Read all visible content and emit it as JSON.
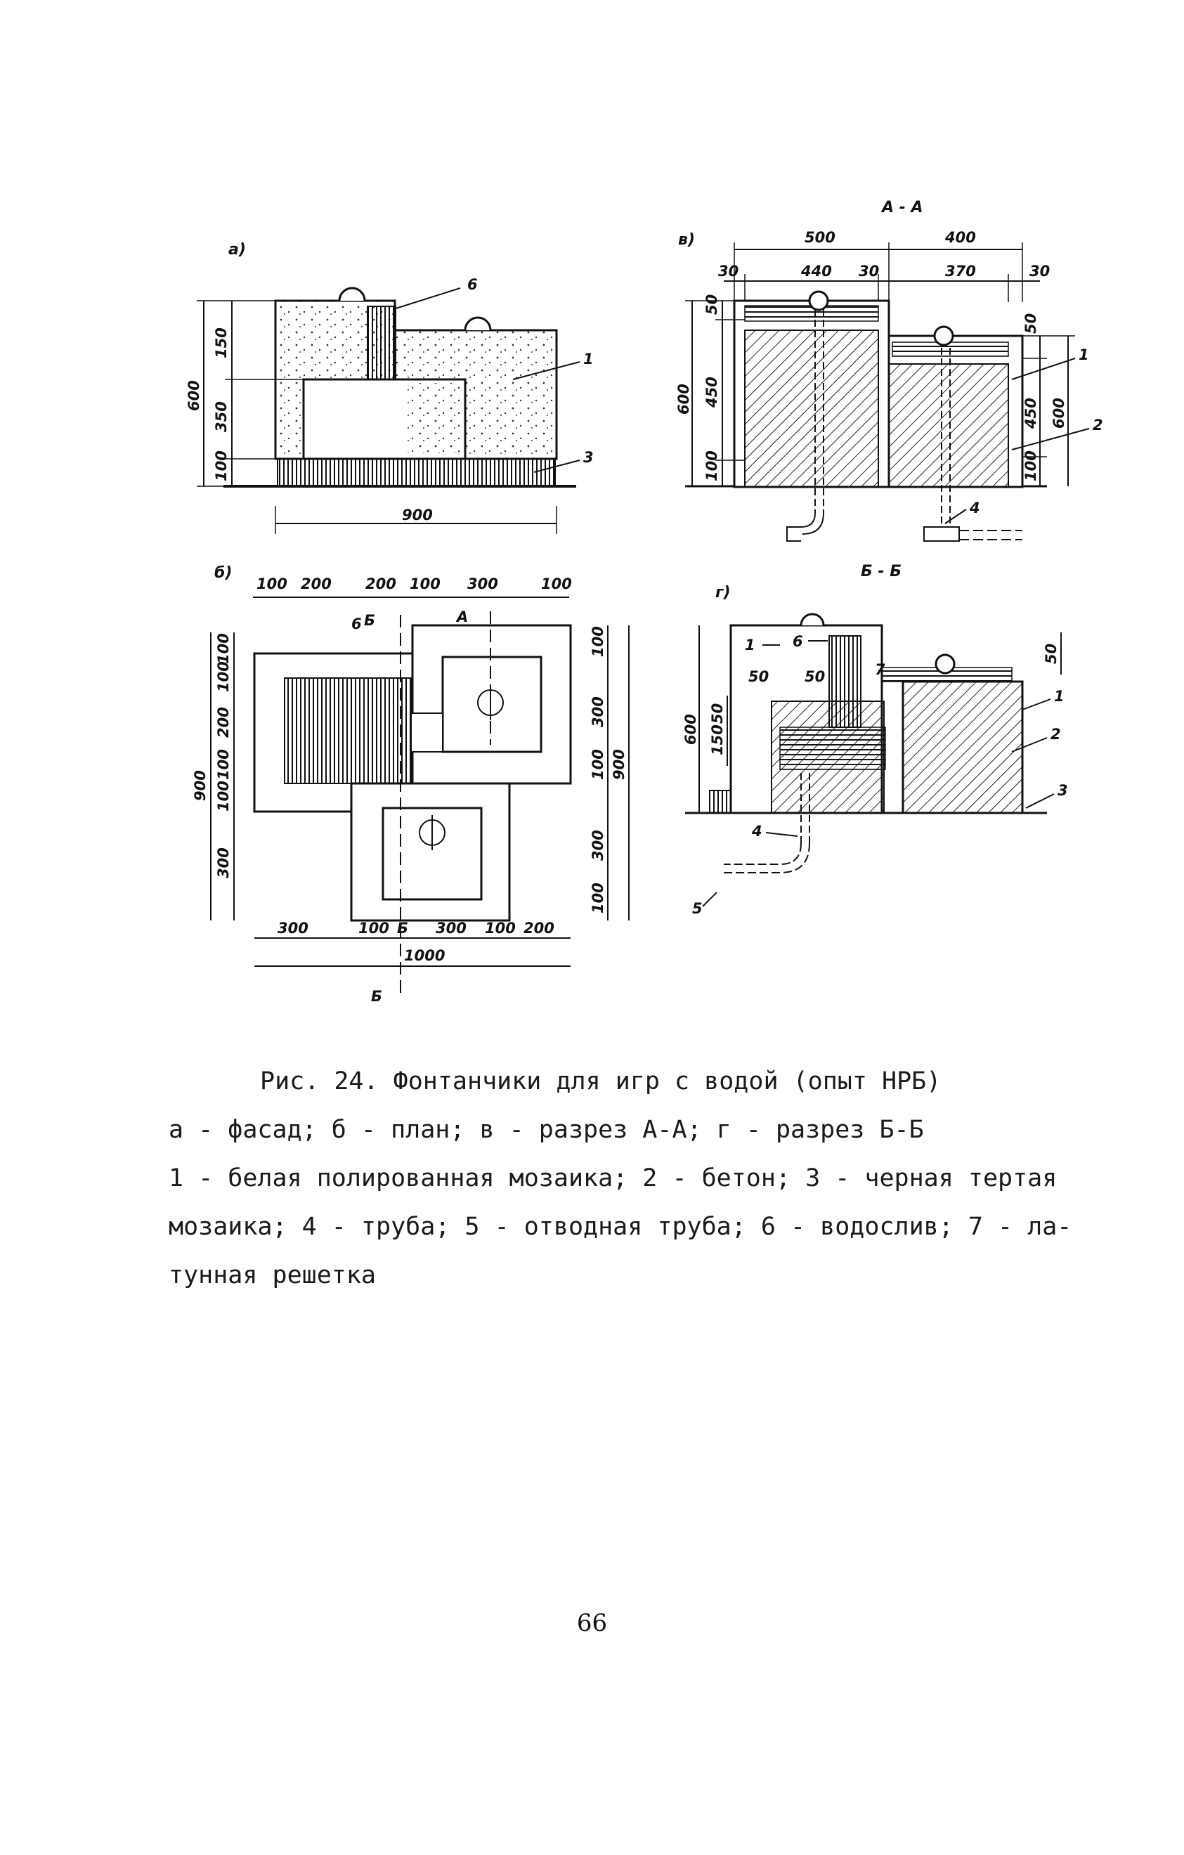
{
  "figure": {
    "panels": {
      "a": "а)",
      "v": "в)",
      "b": "б)",
      "g": "г)"
    },
    "section_titles": {
      "aa": "А - А",
      "bb": "Б - Б"
    },
    "section_marks": {
      "b_left": "Б",
      "a_top": "А",
      "b_bottom_mid": "Б",
      "b_bottom": "Б"
    },
    "callouts": [
      "1",
      "2",
      "3",
      "4",
      "5",
      "6",
      "7"
    ],
    "dims_a": {
      "h600": "600",
      "h150": "150",
      "h350": "350",
      "h100": "100",
      "w900": "900"
    },
    "dims_v": {
      "w500": "500",
      "w400": "400",
      "w30a": "30",
      "w440": "440",
      "w30b": "30",
      "w370": "370",
      "w30c": "30",
      "h50": "50",
      "h600": "600",
      "h450": "450",
      "h100": "100",
      "r50": "50",
      "r450": "450",
      "r600": "600",
      "r100": "100"
    },
    "dims_b": {
      "t100a": "100",
      "t200a": "200",
      "t200b": "200",
      "t100b": "100",
      "t300": "300",
      "t100c": "100",
      "l100a": "100",
      "l100b": "100",
      "l200": "200",
      "l100c": "100",
      "l100d": "100",
      "l300": "300",
      "h900": "900",
      "r100a": "100",
      "r300a": "300",
      "r100b": "100",
      "r900": "900",
      "r300b": "300",
      "r100c": "100",
      "b300": "300",
      "b100a": "100",
      "b300b": "300",
      "b100b": "100",
      "b200": "200",
      "b1000": "1000"
    },
    "dims_g": {
      "w50a": "50",
      "w50b": "50",
      "h50": "50",
      "h150": "150",
      "h50b": "50",
      "h600": "600"
    }
  },
  "caption": {
    "line1": "Рис. 24. Фонтанчики для игр с водой (опыт НРБ)",
    "line2": "а - фасад; б - план; в - разрез А-А; г - разрез Б-Б",
    "line3": "1 - белая полированная мозаика; 2 - бетон; 3 - черная тертая",
    "line4": "мозаика; 4 - труба; 5 - отводная труба; 6 - водослив; 7 - ла-",
    "line5": "тунная решетка"
  },
  "page_number": "66"
}
